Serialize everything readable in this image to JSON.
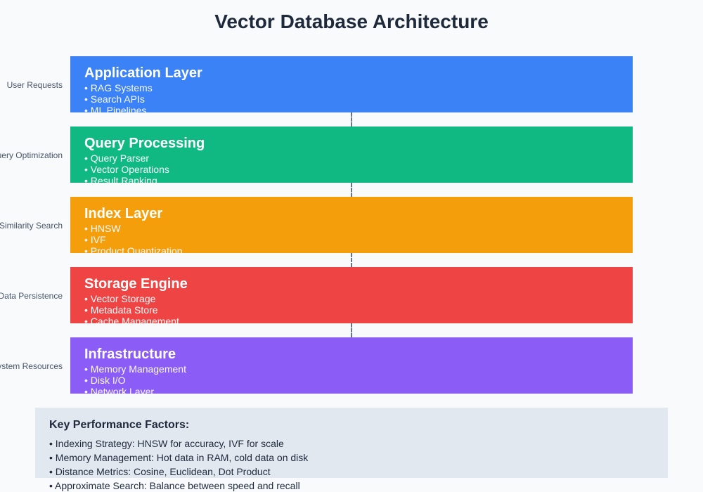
{
  "title": "Vector Database Architecture",
  "colors": {
    "background": "#f8fafc",
    "application": "#3b82f6",
    "query": "#10b981",
    "index": "#f59e0b",
    "storage": "#ef4444",
    "infrastructure": "#8b5cf6",
    "performance_box": "#e2e8f0",
    "text_dark": "#1e293b",
    "text_muted": "#475569",
    "connector": "#64748b"
  },
  "layers": [
    {
      "side_label": "User Requests",
      "title": "Application Layer",
      "color": "#3b82f6",
      "items": [
        "• RAG Systems",
        "• Search APIs",
        "• ML Pipelines"
      ]
    },
    {
      "side_label": "Query Optimization",
      "title": "Query Processing",
      "color": "#10b981",
      "items": [
        "• Query Parser",
        "• Vector Operations",
        "• Result Ranking"
      ]
    },
    {
      "side_label": "Similarity Search",
      "title": "Index Layer",
      "color": "#f59e0b",
      "items": [
        "• HNSW",
        "• IVF",
        "• Product Quantization"
      ]
    },
    {
      "side_label": "Data Persistence",
      "title": "Storage Engine",
      "color": "#ef4444",
      "items": [
        "• Vector Storage",
        "• Metadata Store",
        "• Cache Management"
      ]
    },
    {
      "side_label": "System Resources",
      "title": "Infrastructure",
      "color": "#8b5cf6",
      "items": [
        "• Memory Management",
        "• Disk I/O",
        "• Network Layer"
      ]
    }
  ],
  "performance": {
    "title": "Key Performance Factors:",
    "items": [
      "• Indexing Strategy: HNSW for accuracy, IVF for scale",
      "• Memory Management: Hot data in RAM, cold data on disk",
      "• Distance Metrics: Cosine, Euclidean, Dot Product",
      "• Approximate Search: Balance between speed and recall"
    ]
  }
}
